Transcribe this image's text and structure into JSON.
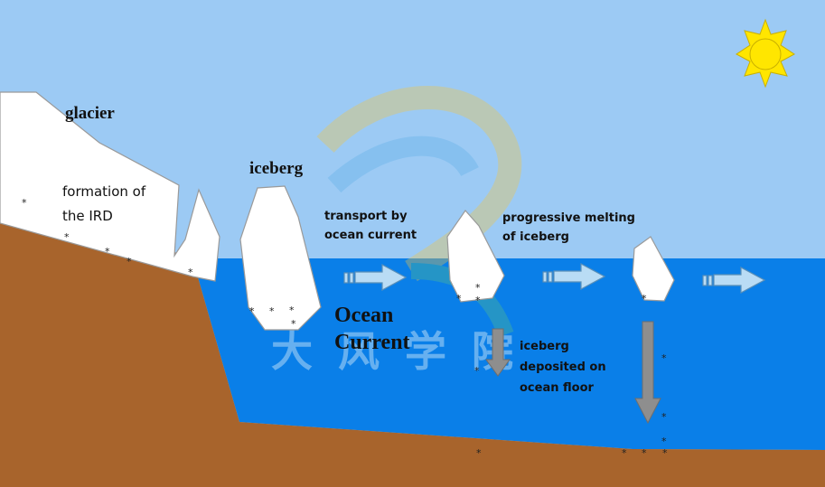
{
  "labels": {
    "glacier": "glacier",
    "formation_line1": "formation of",
    "formation_line2": "the IRD",
    "iceberg": "iceberg",
    "transport_line1": "transport by",
    "transport_line2": "ocean current",
    "melting_line1": "progressive melting",
    "melting_line2": "of iceberg",
    "ocean_line1": "Ocean",
    "ocean_line2": "Current",
    "deposited_line1": "iceberg",
    "deposited_line2": "deposited on",
    "deposited_line3": "ocean floor"
  },
  "watermark_text": "大风学院",
  "star_glyph": "*",
  "colors": {
    "sky": "#9ccaf4",
    "ocean": "#0a7fe8",
    "ground": "#a8642c",
    "sun": "#ffe600"
  }
}
